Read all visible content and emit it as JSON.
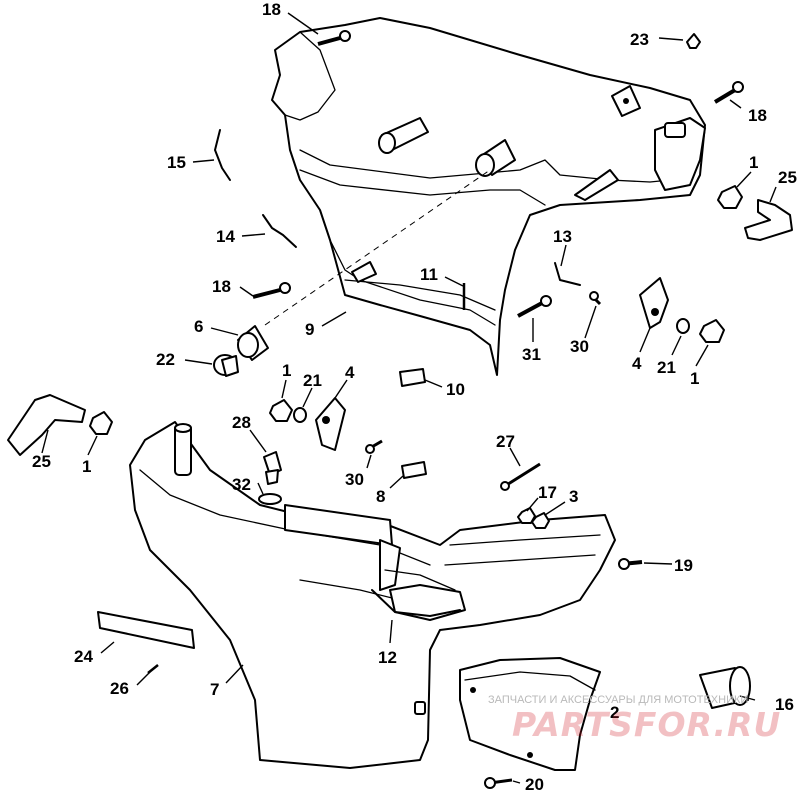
{
  "callouts": [
    {
      "id": "c18a",
      "text": "18"
    },
    {
      "id": "c23",
      "text": "23"
    },
    {
      "id": "c18b",
      "text": "18"
    },
    {
      "id": "c15",
      "text": "15"
    },
    {
      "id": "c1a",
      "text": "1"
    },
    {
      "id": "c25a",
      "text": "25"
    },
    {
      "id": "c14",
      "text": "14"
    },
    {
      "id": "c13",
      "text": "13"
    },
    {
      "id": "c11",
      "text": "11"
    },
    {
      "id": "c18c",
      "text": "18"
    },
    {
      "id": "c6",
      "text": "6"
    },
    {
      "id": "c9",
      "text": "9"
    },
    {
      "id": "c31",
      "text": "31"
    },
    {
      "id": "c30a",
      "text": "30"
    },
    {
      "id": "c4a",
      "text": "4"
    },
    {
      "id": "c21a",
      "text": "21"
    },
    {
      "id": "c1b",
      "text": "1"
    },
    {
      "id": "c22",
      "text": "22"
    },
    {
      "id": "c1c",
      "text": "1"
    },
    {
      "id": "c21b",
      "text": "21"
    },
    {
      "id": "c4b",
      "text": "4"
    },
    {
      "id": "c10",
      "text": "10"
    },
    {
      "id": "c28",
      "text": "28"
    },
    {
      "id": "c25b",
      "text": "25"
    },
    {
      "id": "c1d",
      "text": "1"
    },
    {
      "id": "c27",
      "text": "27"
    },
    {
      "id": "c30b",
      "text": "30"
    },
    {
      "id": "c32",
      "text": "32"
    },
    {
      "id": "c8",
      "text": "8"
    },
    {
      "id": "c17",
      "text": "17"
    },
    {
      "id": "c3",
      "text": "3"
    },
    {
      "id": "c19",
      "text": "19"
    },
    {
      "id": "c12",
      "text": "12"
    },
    {
      "id": "c24",
      "text": "24"
    },
    {
      "id": "c26",
      "text": "26"
    },
    {
      "id": "c7",
      "text": "7"
    },
    {
      "id": "c2",
      "text": "2"
    },
    {
      "id": "c16",
      "text": "16"
    },
    {
      "id": "c20",
      "text": "20"
    }
  ],
  "watermark": {
    "tagline": "ЗАПЧАСТИ И АКСЕССУАРЫ ДЛЯ МОТОТЕХНИКИ",
    "logo": "PARTSFOR.RU"
  }
}
